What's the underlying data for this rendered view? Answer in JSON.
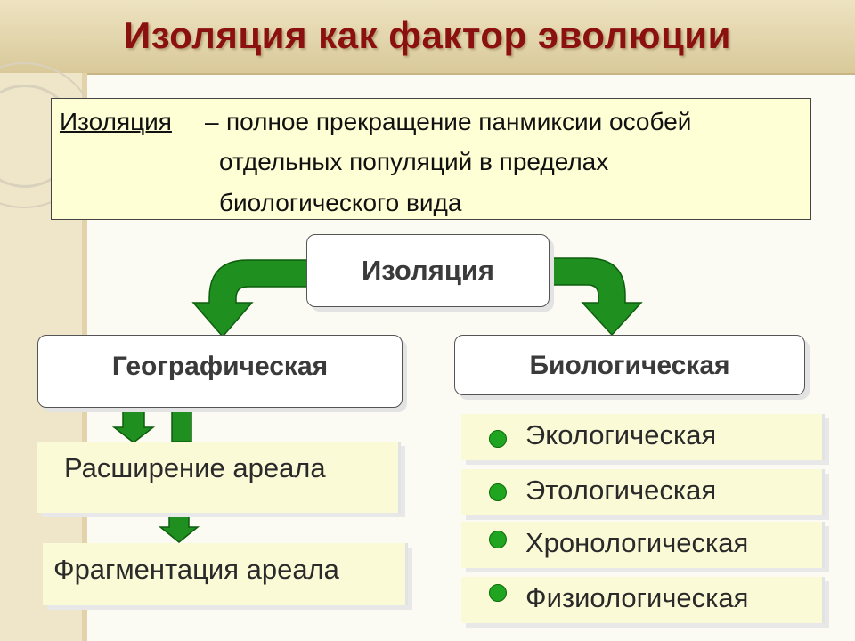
{
  "title": "Изоляция как фактор эволюции",
  "definition": {
    "term": "Изоляция ",
    "dash": "–",
    "line1": "полное прекращение панмиксии особей",
    "line2": "отдельных популяций в пределах",
    "line3": "биологического вида"
  },
  "root": "Изоляция",
  "geographic": {
    "label": "Географическая",
    "steps": [
      "Расширение ареала",
      "Фрагментация ареала"
    ]
  },
  "biological": {
    "label": "Биологическая",
    "types": [
      "Экологическая",
      "Этологическая",
      "Хронологическая",
      "Физиологическая"
    ]
  },
  "colors": {
    "title": "#8b1010",
    "arrow": "#1f8f1f",
    "bullet": "#1fa51f",
    "plate": "#fbfad6",
    "definition_bg": "#ffffd5"
  },
  "icons": [
    "arrow-down-left-icon",
    "arrow-down-right-icon",
    "arrow-down-icon",
    "bullet-dot-icon"
  ]
}
